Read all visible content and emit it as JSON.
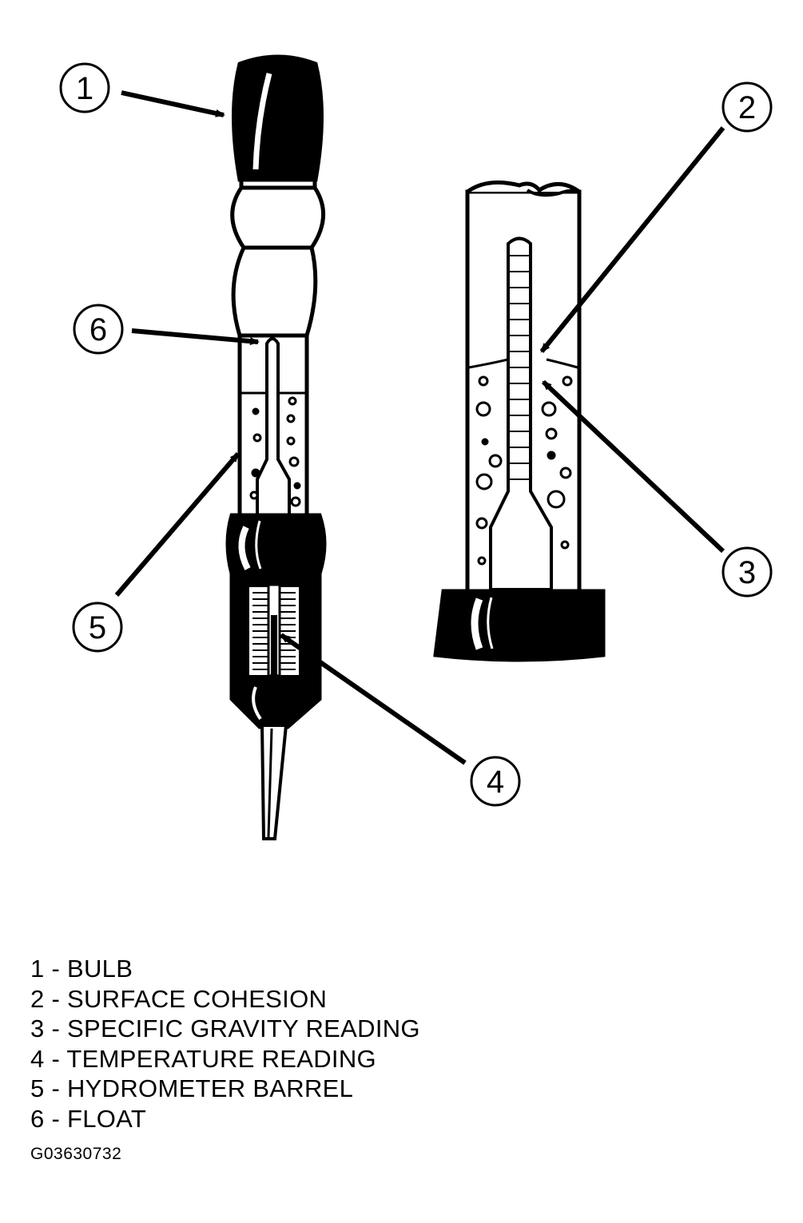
{
  "callouts": [
    {
      "id": "1",
      "label": "1"
    },
    {
      "id": "2",
      "label": "2"
    },
    {
      "id": "3",
      "label": "3"
    },
    {
      "id": "4",
      "label": "4"
    },
    {
      "id": "5",
      "label": "5"
    },
    {
      "id": "6",
      "label": "6"
    }
  ],
  "legend": [
    "1 - BULB",
    "2 - SURFACE COHESION",
    "3 - SPECIFIC GRAVITY READING",
    "4 - TEMPERATURE READING",
    "5 - HYDROMETER BARREL",
    "6 - FLOAT"
  ],
  "figure_code": "G03630732"
}
